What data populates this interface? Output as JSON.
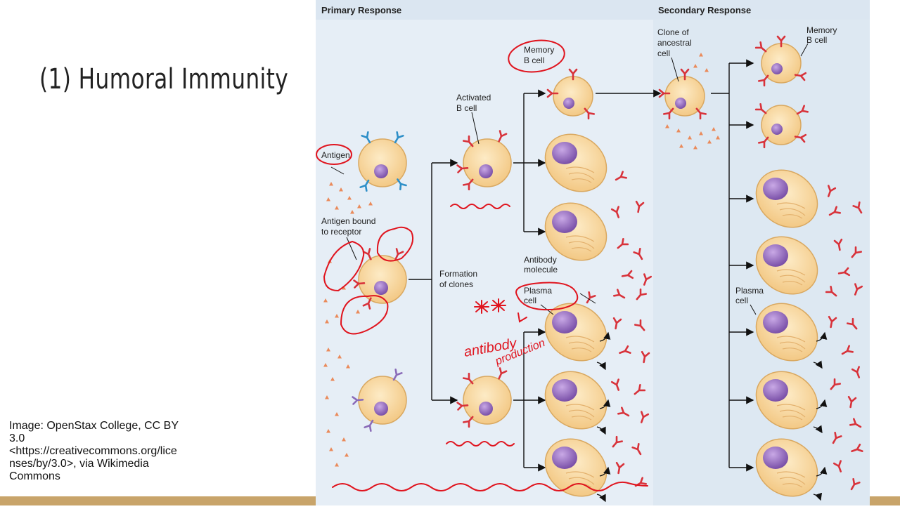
{
  "slide": {
    "title": "(1) Humoral Immunity",
    "credit_lines": [
      "Image: OpenStax College, CC BY",
      "3.0",
      "<https://creativecommons.org/lice",
      "nses/by/3.0>, via Wikimedia",
      "Commons"
    ]
  },
  "diagram": {
    "primary_header": "Primary Response",
    "secondary_header": "Secondary Response",
    "labels": {
      "antigen": "Antigen",
      "antigen_bound_1": "Antigen bound",
      "antigen_bound_2": "to receptor",
      "activated_1": "Activated",
      "activated_2": "B cell",
      "memory_1": "Memory",
      "memory_2": "B cell",
      "formation_1": "Formation",
      "formation_2": "of clones",
      "antibody_1": "Antibody",
      "antibody_2": "molecule",
      "plasma_1": "Plasma",
      "plasma_2": "cell",
      "clone_1": "Clone of",
      "clone_2": "ancestral",
      "clone_3": "cell",
      "sec_memory_1": "Memory",
      "sec_memory_2": "B cell",
      "sec_plasma_1": "Plasma",
      "sec_plasma_2": "cell"
    },
    "handwritten": {
      "antibody": "antibody",
      "production": "production"
    },
    "colors": {
      "panel_left": "#e6eef6",
      "panel_right": "#dde8f2",
      "cell_fill": "#f6d9a2",
      "cell_stroke": "#d9a860",
      "nucleus": "#8a63b3",
      "receptor_blue": "#2e8fc8",
      "receptor_purple": "#8a6bb8",
      "antibody_red": "#d8323a",
      "antigen_orange": "#ea8a5a",
      "ink_red": "#e0141e",
      "bottom_bar": "#c8a46a"
    }
  }
}
